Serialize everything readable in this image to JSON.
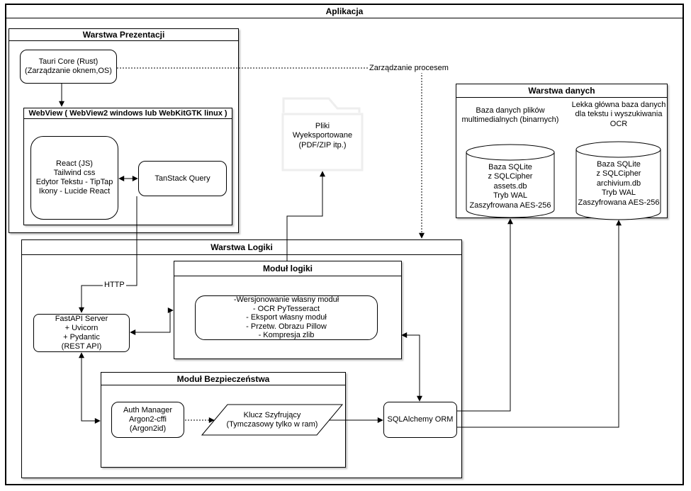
{
  "app": {
    "title": "Aplikacja"
  },
  "presentation": {
    "title": "Warstwa Prezentacji",
    "tauri_core": "Tauri Core (Rust)\n(Zarządzanie oknem,OS)",
    "webview_title": "WebView ( WebView2 windows  lub WebKitGTK linux )",
    "frontend_stack": "React (JS)\nTailwind css\nEdytor Tekstu - TipTap\nIkony - Lucide React",
    "tanstack": "TanStack Query"
  },
  "exported_files": {
    "label": "Pliki\nWyeksportowane\n(PDF/ZIP itp.)"
  },
  "data_layer": {
    "title": "Warstwa danych",
    "media_db_caption": "Baza danych plików\nmultimedialnych  (binarnych)",
    "media_db": "Baza SQLite\nz SQLCipher\nassets.db\nTryb WAL\nZaszyfrowana AES-256",
    "text_db_caption": "Lekka główna baza danych\ndla tekstu i wyszukiwania\nOCR",
    "text_db": "Baza SQLite\nz SQLCipher\narchivium.db\nTryb WAL\nZaszyfrowana AES-256"
  },
  "logic_layer": {
    "title": "Warstwa Logiki",
    "logic_module_title": "Moduł logiki",
    "logic_module_items": "-Wersjonowanie własny moduł\n- OCR PyTesseract\n- Eksport własny moduł\n- Przetw. Obrazu Pillow\n- Kompresja zlib",
    "fastapi": "FastAPI Server\n+ Uvicorn\n+ Pydantic\n(REST API)",
    "security_title": "Moduł Bezpieczeństwa",
    "auth_manager": "Auth Manager\nArgon2-cffi\n(Argon2id)",
    "encryption_key": "Klucz Szyfrujący\n(Tymczasowy tylko w ram)",
    "orm": "SQLAlchemy ORM"
  },
  "edge_labels": {
    "process": "Zarządzanie procesem",
    "http": "HTTP"
  },
  "colors": {
    "stroke": "#000000",
    "folder": "#eeeeee"
  }
}
